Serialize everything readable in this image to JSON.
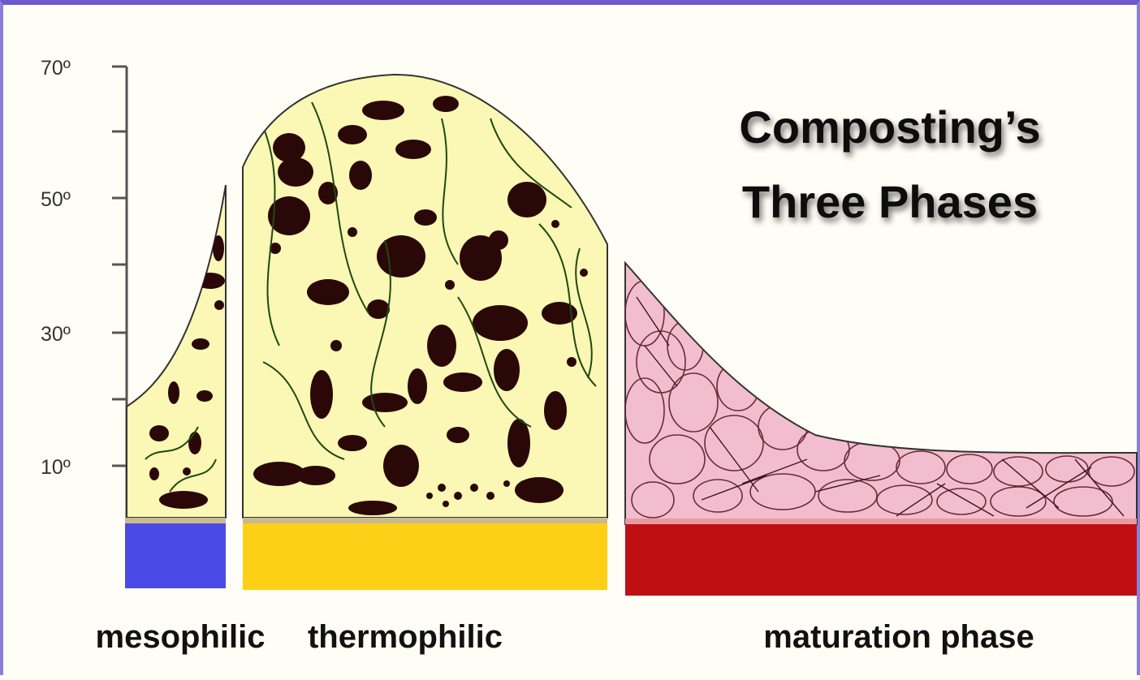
{
  "title_lines": [
    "Composting’s",
    "Three Phases"
  ],
  "y_axis": {
    "ticks": [
      "70º",
      "50º",
      "30º",
      "10º"
    ]
  },
  "phases": [
    {
      "label": "mesophilic",
      "color": "#4a4ae6"
    },
    {
      "label": "thermophilic",
      "color": "#fdd017"
    },
    {
      "label": "maturation phase",
      "color": "#c00f12"
    }
  ],
  "colors": {
    "pile_fill": "#fbf7b4",
    "maturation_fill": "#f3bdd0",
    "microbe": "#2a0808",
    "frame": "#6a5acd"
  }
}
